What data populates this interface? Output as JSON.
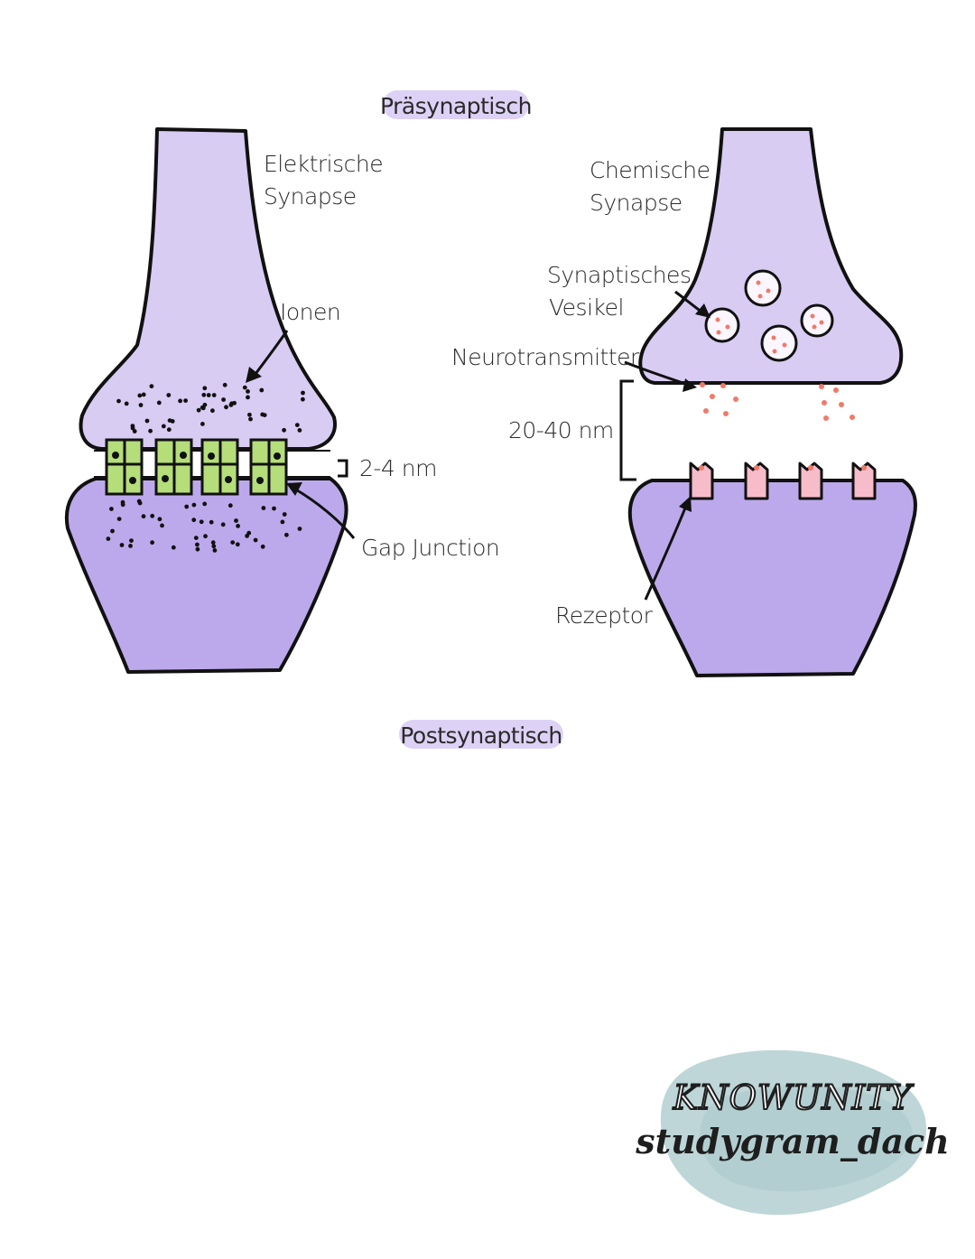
{
  "labels": {
    "praesynaptisch": "Präsynaptisch",
    "postsynaptisch": "Postsynaptisch",
    "elektrische_1": "Elektrische",
    "elektrische_2": "Synapse",
    "ionen": "Ionen",
    "gap_width": "2-4 nm",
    "gap_junction": "Gap Junction",
    "chemische_1": "Chemische",
    "chemische_2": "Synapse",
    "vesikel_1": "Synaptisches",
    "vesikel_2": "Vesikel",
    "neurotransmitter": "Neurotransmitter",
    "cleft_width": "20-40 nm",
    "rezeptor": "Rezeptor"
  },
  "brand": {
    "line1": "KNOWUNITY",
    "line2": "studygram_dach"
  },
  "colors": {
    "pre_cell": "#d8ccf3",
    "post_cell": "#bca9ec",
    "pill": "#ddd2f5",
    "gap_junction": "#b5dd7a",
    "receptor": "#f6bcca",
    "transmitter": "#f07a68",
    "brand_blob": "#bed6d8",
    "outline": "#111111"
  }
}
